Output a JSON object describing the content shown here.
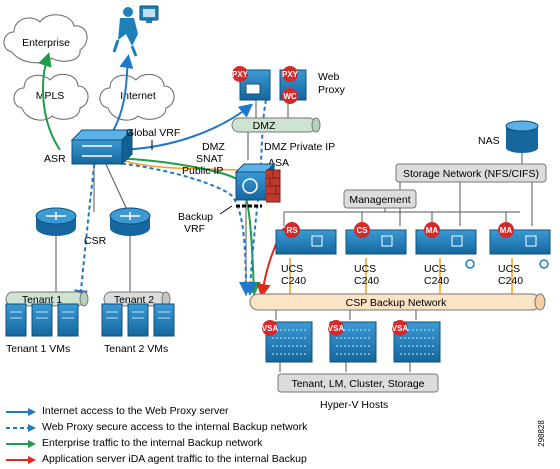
{
  "labels": {
    "enterprise": "Enterprise",
    "mpls": "MPLS",
    "internet": "Internet",
    "global_vrf": "Global VRF",
    "asr": "ASR",
    "csr": "CSR",
    "dmz": "DMZ",
    "dmz_snat": "DMZ",
    "snat": "SNAT",
    "public_ip": "Public IP",
    "dmz_private_ip": "DMZ Private IP",
    "asa": "ASA",
    "backup_vrf_1": "Backup",
    "backup_vrf_2": "VRF",
    "web_proxy_1": "Web",
    "web_proxy_2": "Proxy",
    "nas": "NAS",
    "storage_network": "Storage Network (NFS/CIFS)",
    "management": "Management",
    "ucs": "UCS",
    "c240": "C240",
    "csp_backup_network": "CSP Backup Network",
    "tenant1": "Tenant 1",
    "tenant2": "Tenant 2",
    "tenant1_vms": "Tenant 1 VMs",
    "tenant2_vms": "Tenant 2 VMs",
    "hyperv_bar": "Tenant, LM, Cluster, Storage",
    "hyperv_hosts": "Hyper-V Hosts",
    "figure_id": "298828"
  },
  "badges": {
    "pxy": "PXY",
    "wc": "WC",
    "rs": "RS",
    "cs": "CS",
    "ma": "MA",
    "vsa": "VSA"
  },
  "legend": [
    {
      "label": "Internet access to the Web Proxy server",
      "color": "#1f78c8",
      "dashed": false
    },
    {
      "label": "Web Proxy secure access to the internal Backup network",
      "color": "#1f78c8",
      "dashed": true
    },
    {
      "label": "Enterprise traffic to the internal Backup network",
      "color": "#1e9e4a",
      "dashed": false
    },
    {
      "label": "Application server iDA agent traffic to the internal Backup",
      "color": "#e2271b",
      "dashed": false
    }
  ],
  "colors": {
    "device_blue": "#1f7fb8",
    "badge_red": "#d42a2a",
    "pipe_green": "#cfe3d3",
    "pipe_gray": "#dcdcdc",
    "pipe_orange": "#fbe3c5",
    "link_orange": "#f7a11a"
  }
}
